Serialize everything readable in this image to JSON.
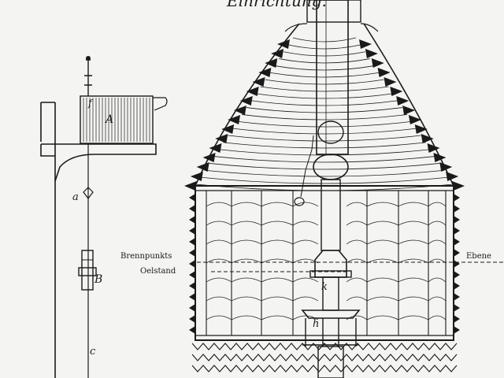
{
  "diagram": {
    "title_fragment": "Einrichtung.",
    "labels": {
      "A": "A",
      "f": "f",
      "a": "a",
      "B": "B",
      "c": "c",
      "k": "k",
      "h": "h",
      "brennpunkts": "Brennpunkts",
      "ebene": "Ebene",
      "oelstand": "Oelstand"
    },
    "colors": {
      "ink": "#1a1a1a",
      "paper": "#f4f4f2"
    }
  }
}
